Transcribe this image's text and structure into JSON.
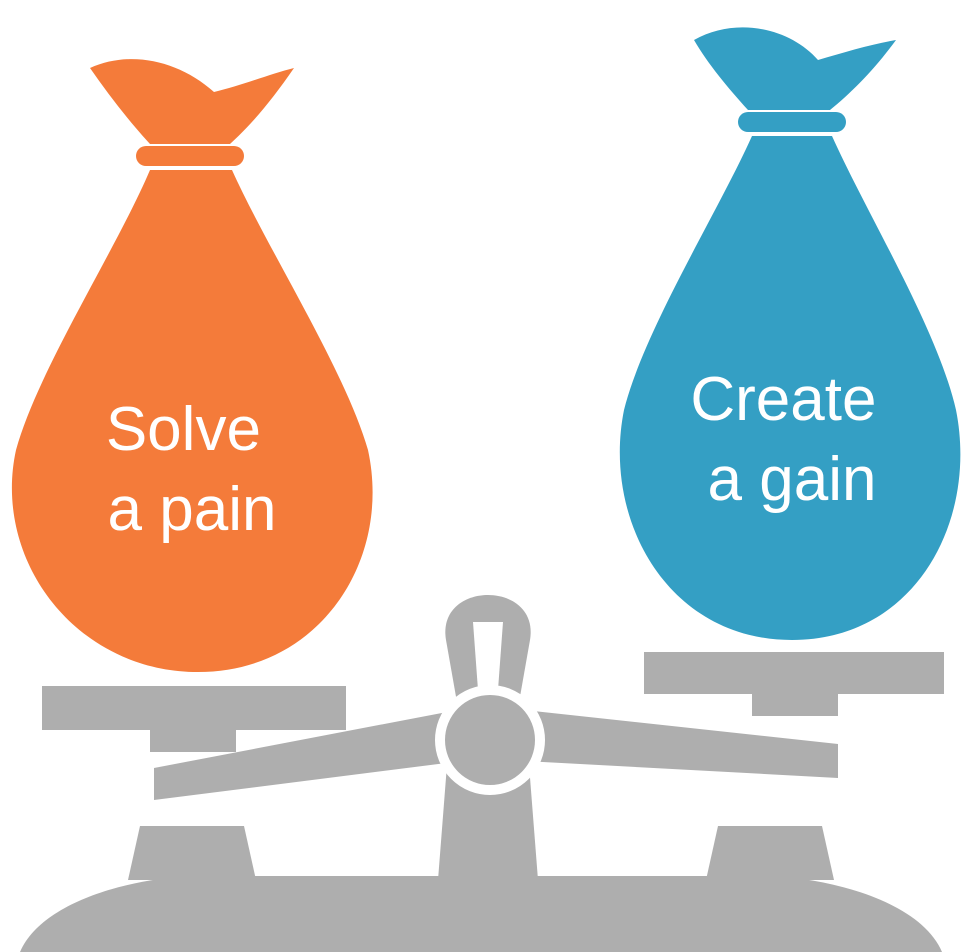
{
  "colors": {
    "left_bag": "#F47B3A",
    "right_bag": "#349FC4",
    "scale": "#AEAEAE",
    "background": "#FFFFFF"
  },
  "left_bag": {
    "line1": "Solve",
    "line2": "a pain"
  },
  "right_bag": {
    "line1": "Create",
    "line2": "a gain"
  }
}
